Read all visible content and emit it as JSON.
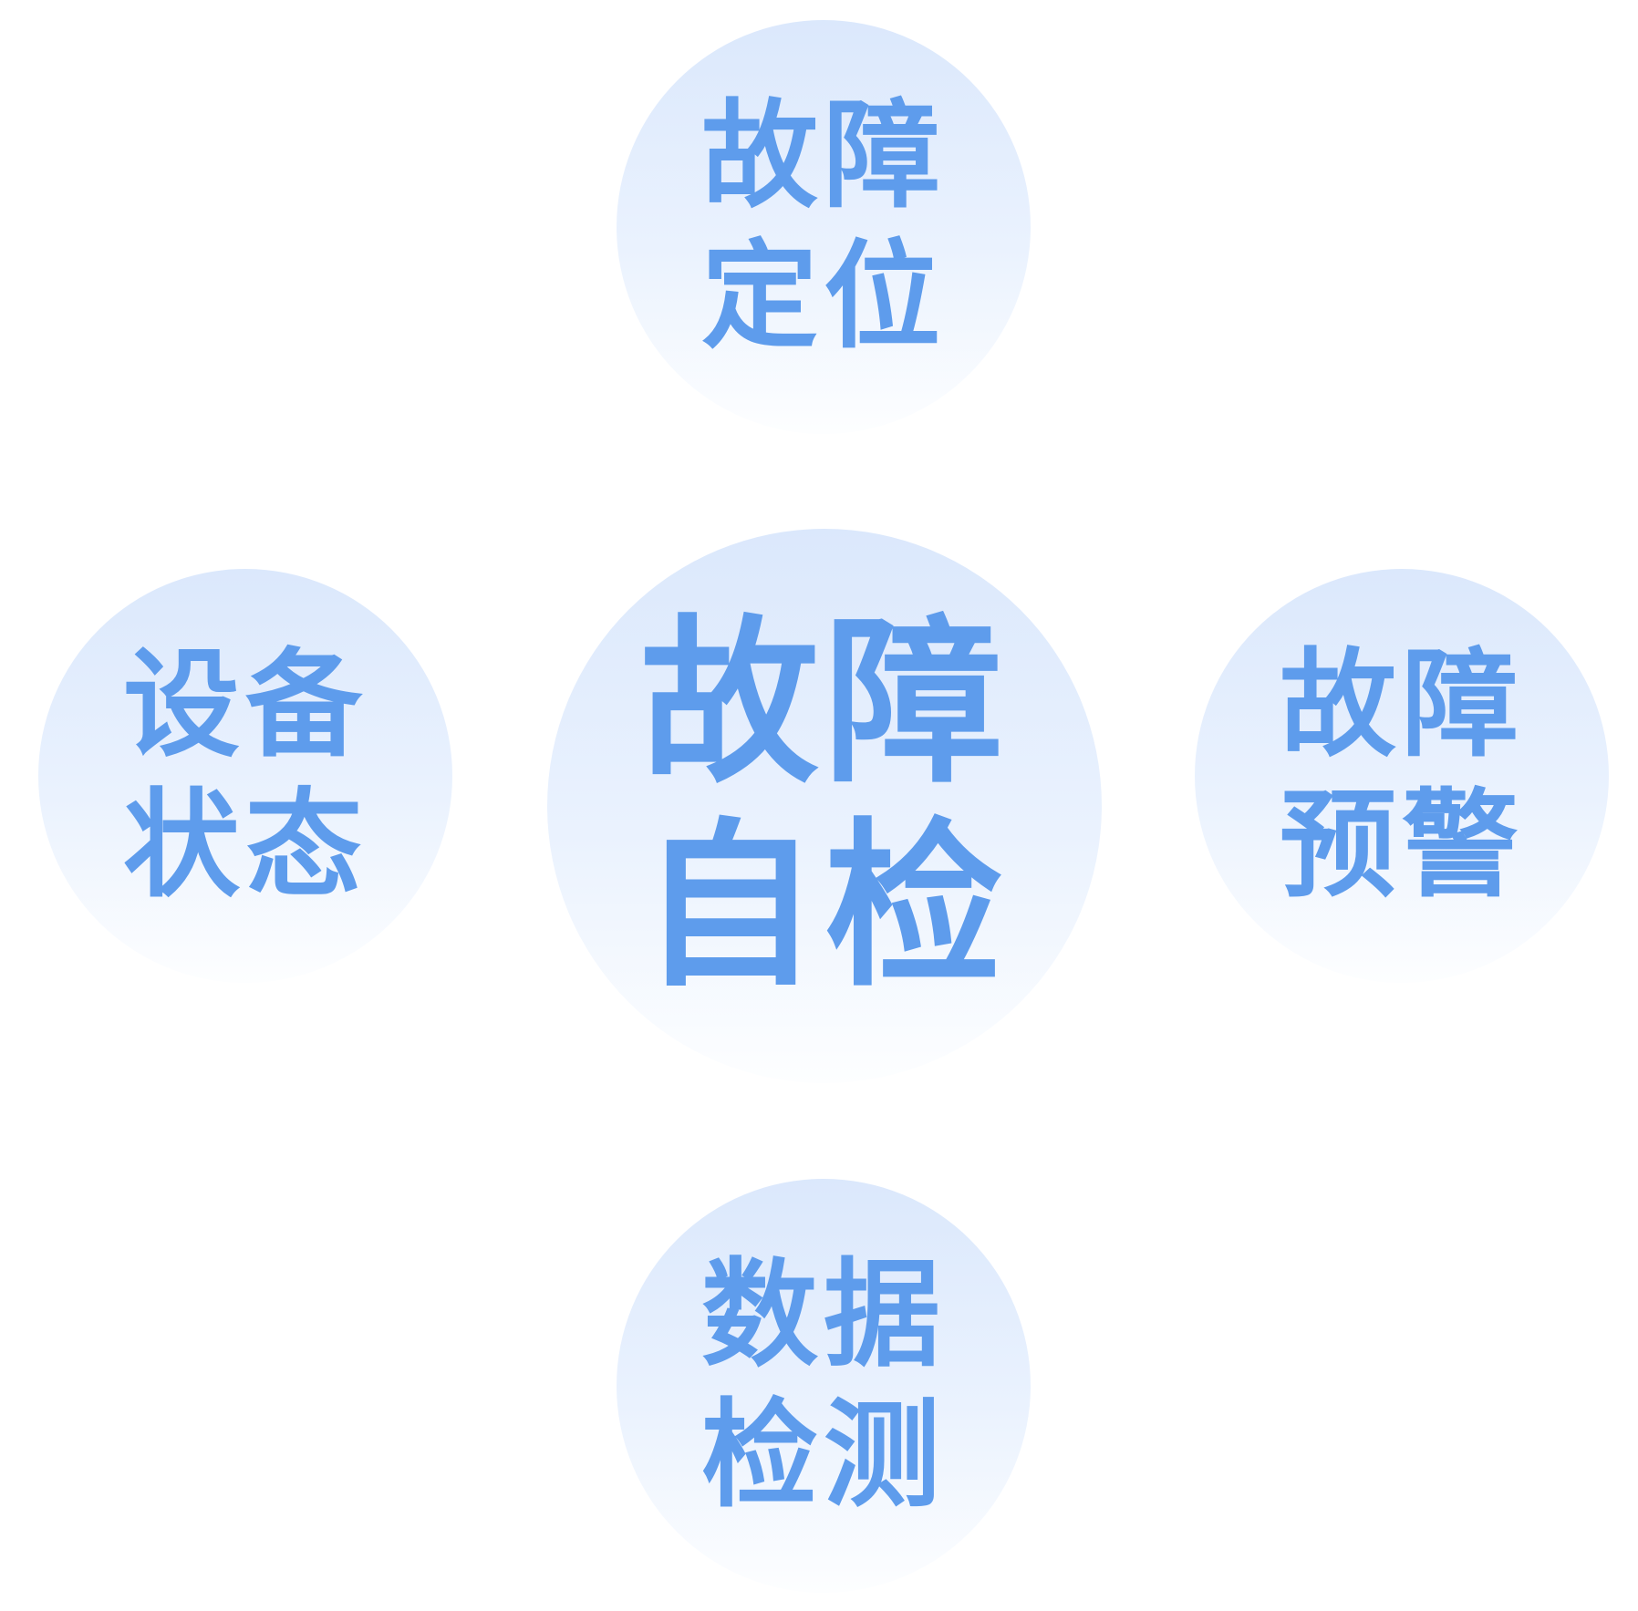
{
  "center": {
    "line1": "故障",
    "line2": "自检"
  },
  "top": {
    "line1": "故障",
    "line2": "定位"
  },
  "left": {
    "line1": "设备",
    "line2": "状态"
  },
  "right": {
    "line1": "故障",
    "line2": "预警"
  },
  "bottom": {
    "line1": "数据",
    "line2": "检测"
  },
  "colors": {
    "text": "#5e9cec",
    "circle_top": "#dbe8fc",
    "circle_bottom": "#fdfeff"
  }
}
